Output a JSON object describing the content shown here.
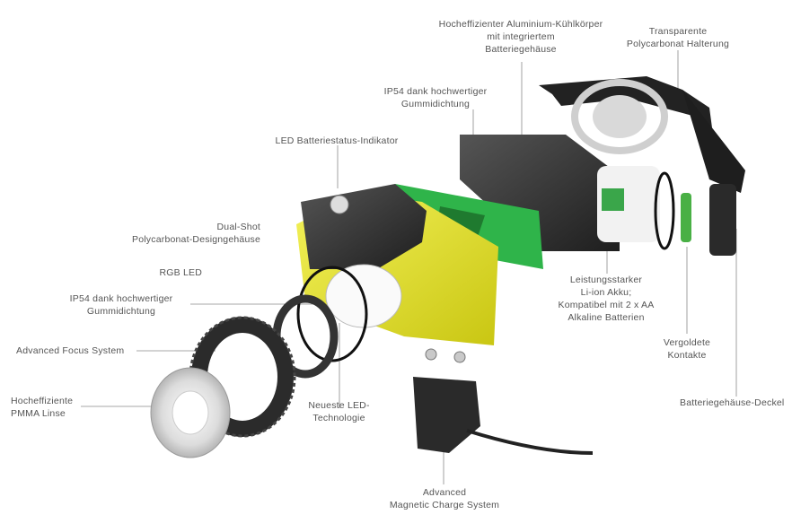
{
  "labels": {
    "heatsink": "Hocheffizienter Aluminium-Kühlkörper\nmit integriertem\nBatteriegehäuse",
    "bracket": "Transparente\nPolycarbonat Halterung",
    "ip54_top": "IP54 dank hochwertiger\nGummidichtung",
    "led_indicator": "LED Batteriestatus-Indikator",
    "dualshot": "Dual-Shot\nPolycarbonat-Designgehäuse",
    "rgb": "RGB LED",
    "ip54_left": "IP54 dank hochwertiger\nGummidichtung",
    "afs": "Advanced Focus System",
    "lens": "Hocheffiziente\nPMMA Linse",
    "led_tech": "Neueste LED-\nTechnologie",
    "battery": "Leistungsstarker\nLi-ion Akku;\nKompatibel mit 2 x AA\nAlkaline Batterien",
    "contacts": "Vergoldete\nKontakte",
    "cover": "Batteriegehäuse-Deckel",
    "charge": "Advanced\nMagnetic Charge System"
  },
  "colors": {
    "housing_yellow": "#e9e61e",
    "dark_body": "#2b2b2b",
    "pcb_green": "#2fb44a",
    "leader_line": "#8a8a8a",
    "label_text": "#555555"
  }
}
